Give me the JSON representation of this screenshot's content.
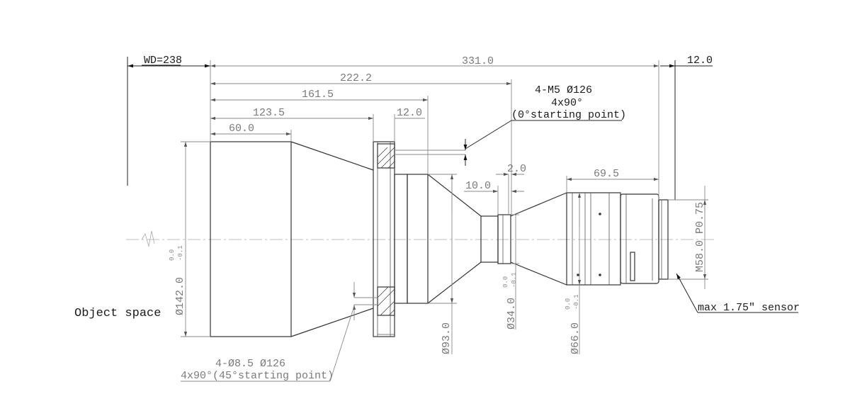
{
  "labels": {
    "wd": "WD=238",
    "total_length": "331.0",
    "flange_back": "12.0",
    "len_222": "222.2",
    "len_161": "161.5",
    "len_123": "123.5",
    "flange_thk": "12.0",
    "len_60": "60.0",
    "len_10": "10.0",
    "len_2": "2.0",
    "len_69": "69.5",
    "screw_spec_line1": "4-M5  Ø126",
    "screw_spec_line2": "4x90°",
    "screw_spec_line3": "(0°starting point)",
    "hole_spec_line1": "4-Ø8.5  Ø126",
    "hole_spec_line2": "4x90°(45°starting point)",
    "object_space": "Object space",
    "dia_142": "Ø142.0",
    "dia_93": "Ø93.0",
    "dia_34": "Ø34.0",
    "dia_66": "Ø66.0",
    "mount_thread": "M58.0 P0.75",
    "sensor": "max 1.75″ sensor",
    "tol_upper": "0.0",
    "tol_lower": "-0.1"
  }
}
